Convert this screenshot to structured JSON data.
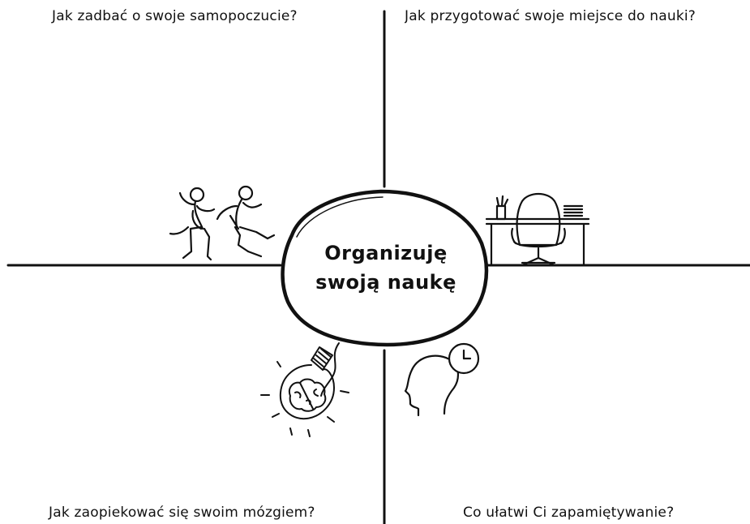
{
  "questions": {
    "top_left": "Jak zadbać o swoje samopoczucie?",
    "top_right": "Jak przygotować swoje miejsce do nauki?",
    "bottom_left": "Jak zaopiekować się swoim mózgiem?",
    "bottom_right": "Co ułatwi Ci zapamiętywanie?"
  },
  "center": {
    "line1": "Organizuję",
    "line2": "swoją naukę"
  },
  "colors": {
    "ink": "#111111",
    "background": "#ffffff"
  },
  "icons": {
    "top_left": "dancing-people-icon",
    "top_right": "desk-chair-icon",
    "bottom_left": "brain-lightbulb-icon",
    "bottom_right": "head-clock-icon"
  }
}
